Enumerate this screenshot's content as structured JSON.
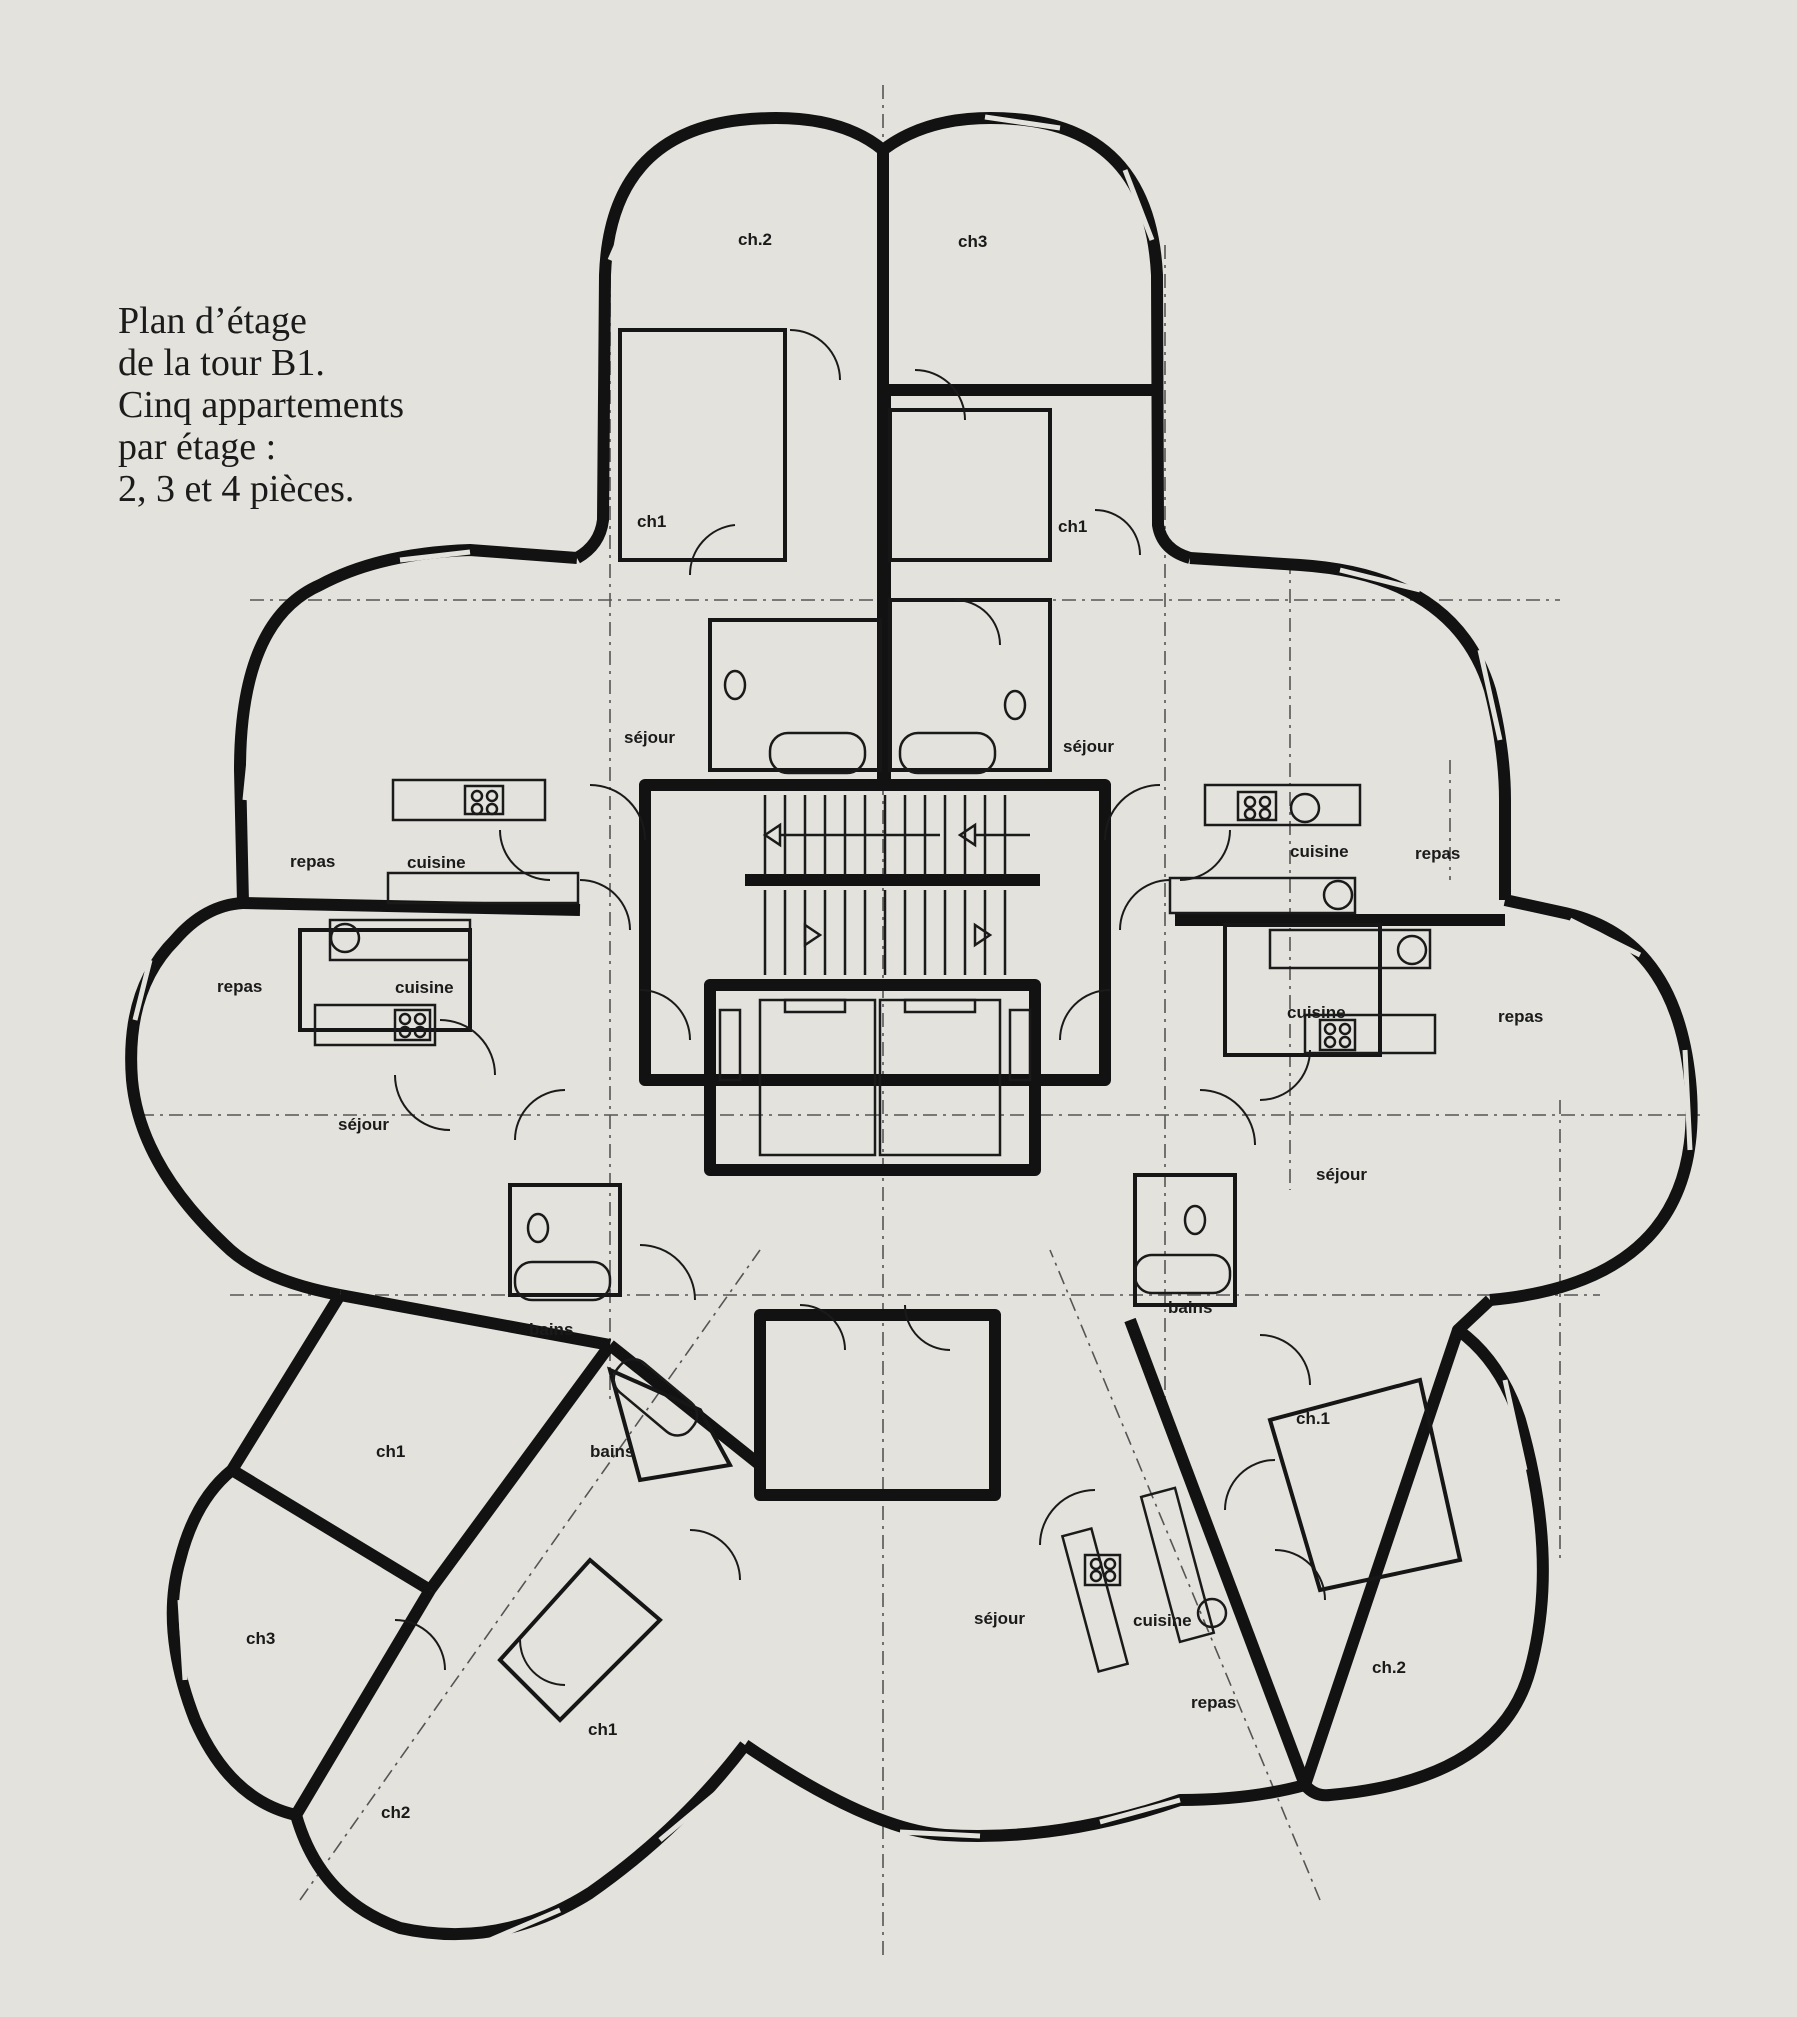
{
  "caption": {
    "line1": "Plan d’étage",
    "line2": "de la tour B1.",
    "line3": "Cinq appartements",
    "line4": "par étage :",
    "line5": "2, 3 et 4 pièces."
  },
  "rooms": {
    "n_ch2": "ch.2",
    "n_ch3": "ch3",
    "n_ch1_left": "ch1",
    "n_ch1_right": "ch1",
    "ul_sejour": "séjour",
    "ur_sejour": "séjour",
    "ul_repas": "repas",
    "ul_cuisine": "cuisine",
    "ur_cuisine": "cuisine",
    "ur_repas": "repas",
    "wl_repas": "repas",
    "wl_cuisine": "cuisine",
    "wl_sejour": "séjour",
    "el_cuisine": "cuisine",
    "el_repas": "repas",
    "el_sejour": "séjour",
    "sw_bains1": "bains",
    "sw_bains2": "bains",
    "sw_ch1": "ch1",
    "sw_ch3": "ch3",
    "sw_ch1b": "ch1",
    "sw_ch2": "ch2",
    "s_sejour": "séjour",
    "s_cuisine": "cuisine",
    "s_repas": "repas",
    "se_bains": "bains",
    "se_ch1": "ch.1",
    "se_ch2": "ch.2"
  }
}
